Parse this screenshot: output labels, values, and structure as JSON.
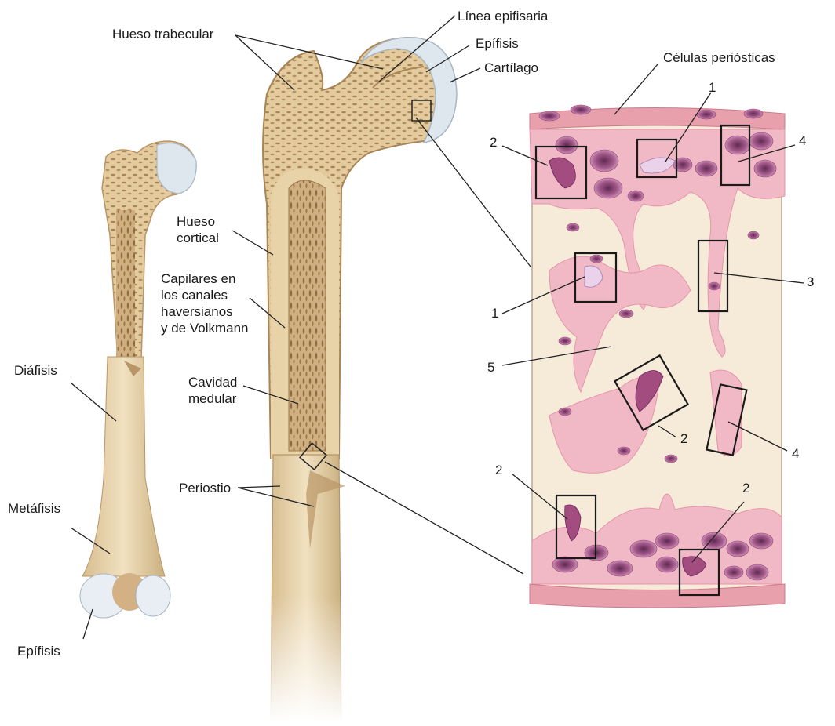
{
  "colors": {
    "bone": "#e8d2a8",
    "bone_dark": "#b99567",
    "spongy": "#d9bf93",
    "cartilage": "#dfe7ee",
    "marrow_bg": "#f6ead8",
    "tissue_pink": "#f1b9c6",
    "periosteum": "#e9a0ad",
    "cell_purple": "#8e3c72",
    "cell_light": "#d8a3c2",
    "line": "#222222"
  },
  "labels": {
    "hueso_trabecular": "Hueso trabecular",
    "linea_epifisaria": "Línea epifisaria",
    "epifisis_top": "Epífisis",
    "cartilago": "Cartílago",
    "celulas_periosticas": "Células periósticas",
    "hueso_cortical_1": "Hueso",
    "hueso_cortical_2": "cortical",
    "capilares_1": "Capilares en",
    "capilares_2": "los canales",
    "capilares_3": "haversianos",
    "capilares_4": "y de Volkmann",
    "diafisis": "Diáfisis",
    "cavidad_1": "Cavidad",
    "cavidad_2": "medular",
    "metafisis": "Metáfisis",
    "periostio": "Periostio",
    "epifisis_bottom": "Epífisis"
  },
  "numbers": {
    "n1_top": "1",
    "n2_top": "2",
    "n4_top": "4",
    "n1_mid": "1",
    "n3": "3",
    "n5": "5",
    "n2_mid": "2",
    "n4_mid": "4",
    "n2_bottom_left": "2",
    "n2_bottom_right": "2"
  }
}
